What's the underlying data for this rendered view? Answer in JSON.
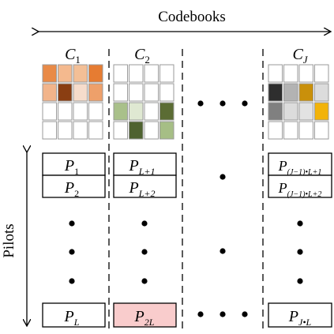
{
  "header": {
    "title": "Codebooks"
  },
  "codebooks": [
    {
      "symbol": "C",
      "subscript": "1",
      "cells": [
        [
          "#e98a47",
          "#f4b98e",
          "#f3bf96",
          "#e67c32"
        ],
        [
          "#f2b48a",
          "#8a3e12",
          "#f6dccb",
          "#eea06a"
        ],
        [
          "#ffffff",
          "#ffffff",
          "#ffffff",
          "#ffffff"
        ],
        [
          "#ffffff",
          "#ffffff",
          "#ffffff",
          "#ffffff"
        ]
      ]
    },
    {
      "symbol": "C",
      "subscript": "2",
      "cells": [
        [
          "#ffffff",
          "#ffffff",
          "#ffffff",
          "#ffffff"
        ],
        [
          "#ffffff",
          "#ffffff",
          "#ffffff",
          "#ffffff"
        ],
        [
          "#a9c08a",
          "#dfe8d2",
          "#ffffff",
          "#5b6c34"
        ],
        [
          "#ffffff",
          "#4f6230",
          "#ffffff",
          "#a6be85"
        ]
      ]
    },
    {
      "symbol": "C",
      "subscript": "J",
      "cells": [
        [
          "#ffffff",
          "#ffffff",
          "#ffffff",
          "#ffffff"
        ],
        [
          "#2e2e2e",
          "#b3b3b3",
          "#c9900b",
          "#dcdcdc"
        ],
        [
          "#808080",
          "#dcdcdc",
          "#e2e2e2",
          "#f2b30a"
        ],
        [
          "#ffffff",
          "#ffffff",
          "#ffffff",
          "#ffffff"
        ]
      ]
    }
  ],
  "side_label": "Pilots",
  "pilots": {
    "col1": [
      {
        "base": "P",
        "sub": "1"
      },
      {
        "base": "P",
        "sub": "2"
      },
      {
        "base": "P",
        "sub": "L"
      }
    ],
    "col2": [
      {
        "base": "P",
        "sub": "L+1"
      },
      {
        "base": "P",
        "sub": "L+2"
      },
      {
        "base": "P",
        "sub": "2L"
      }
    ],
    "colJ": [
      {
        "base": "P",
        "sub": "(J−1)•L+1"
      },
      {
        "base": "P",
        "sub": "(J−1)•L+2"
      },
      {
        "base": "P",
        "sub": "J•L"
      }
    ]
  },
  "colors": {
    "line": "#000000",
    "cell_border": "#9a9a9a",
    "highlight_box": "#f9cccc"
  }
}
